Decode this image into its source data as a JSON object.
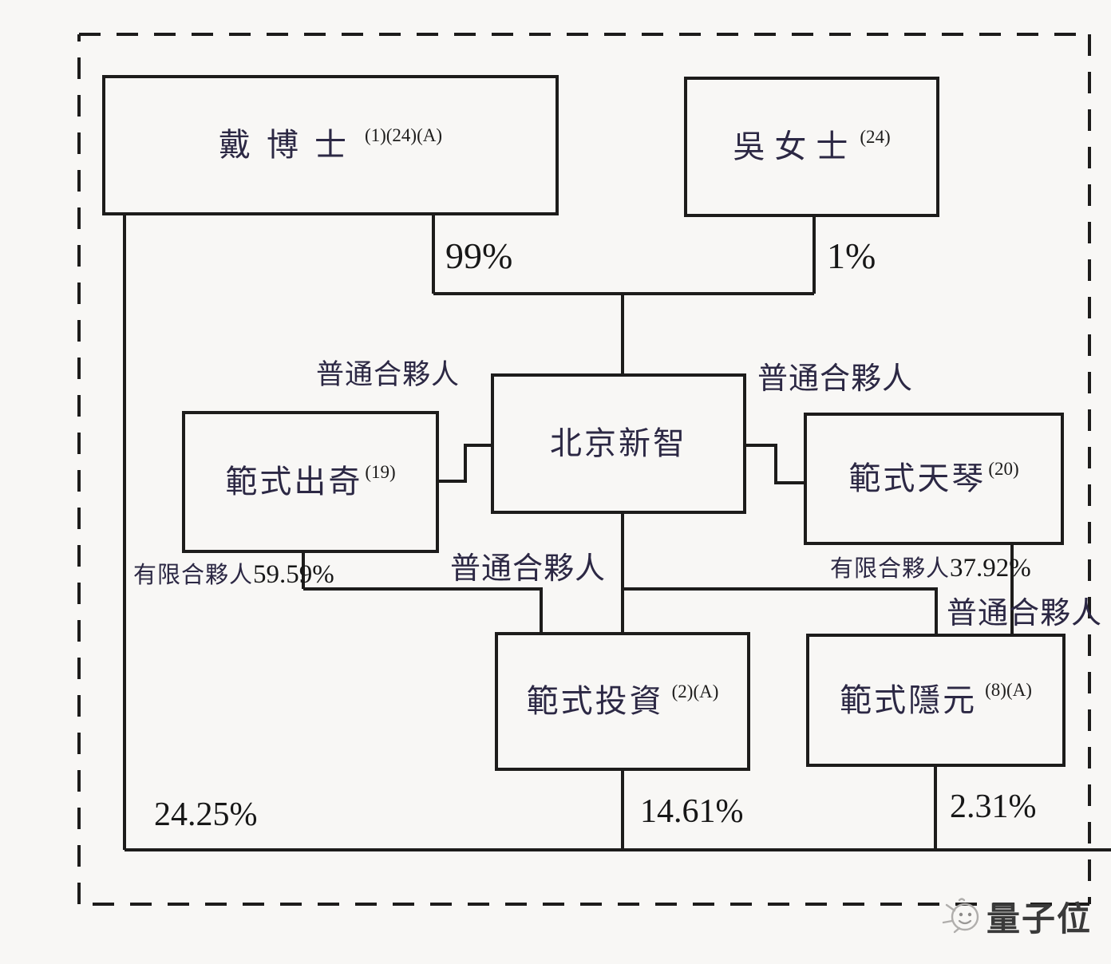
{
  "diagram": {
    "type": "ownership-structure",
    "nodes": {
      "dai": {
        "name": "戴博士",
        "sup": "(1)(24)(A)"
      },
      "wu": {
        "name": "吳女士",
        "sup": "(24)"
      },
      "xinzhi": {
        "name": "北京新智",
        "sup": ""
      },
      "chuqi": {
        "name": "範式出奇",
        "sup": "(19)"
      },
      "tianqin": {
        "name": "範式天琴",
        "sup": "(20)"
      },
      "touzi": {
        "name": "範式投資",
        "sup": "(2)(A)"
      },
      "yinyuan": {
        "name": "範式隱元",
        "sup": "(8)(A)"
      }
    },
    "edge_labels": {
      "pct_dai_to_xinzhi": "99%",
      "pct_wu_to_xinzhi": "1%",
      "gp_left": "普通合夥人",
      "gp_right": "普通合夥人",
      "gp_center": "普通合夥人",
      "gp_bottom_right": "普通合夥人",
      "lp_left_prefix": "有限合夥人",
      "lp_left_pct": "59.59%",
      "lp_right_prefix": "有限合夥人",
      "lp_right_pct": "37.92%",
      "pct_dai_direct": "24.25%",
      "pct_touzi_down": "14.61%",
      "pct_yinyuan_down": "2.31%"
    },
    "colors": {
      "line": "#1d1c1b",
      "cjk_text": "#2c2844",
      "number_text": "#171717",
      "background": "#f8f7f5",
      "watermark_grey": "#b0aeac"
    }
  },
  "watermark": {
    "text": "量子位"
  }
}
